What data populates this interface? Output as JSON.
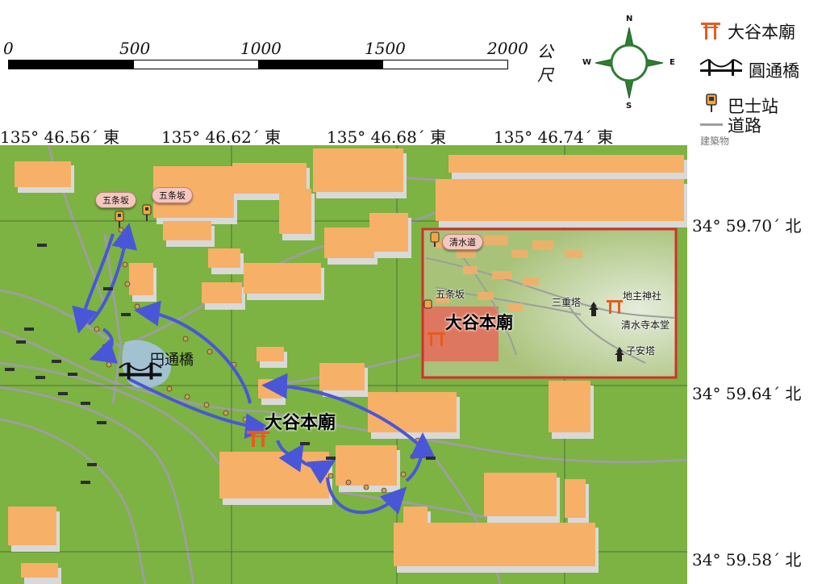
{
  "scale_bar": {
    "labels": [
      "0",
      "500",
      "1000",
      "1500",
      "2000"
    ],
    "unit": "公尺"
  },
  "compass": {
    "north": "N",
    "east": "E",
    "south": "S",
    "west": "W"
  },
  "legend": {
    "temple": "大谷本廟",
    "bridge": "圓通橋",
    "bus_stop": "巴士站",
    "road": "道路",
    "building": "建築物"
  },
  "longitudes": [
    "135° 46.56´ 東",
    "135° 46.62´ 東",
    "135° 46.68´ 東",
    "135° 46.74´ 東"
  ],
  "latitudes": [
    "34° 59.70´ 北",
    "34° 59.64´ 北",
    "34° 59.58´ 北"
  ],
  "map_labels": {
    "gojozaka_1": "五条坂",
    "gojozaka_2": "五条坂",
    "bridge": "円通橋",
    "temple": "大谷本廟"
  },
  "inset_labels": {
    "kiyomizu_michi": "清水道",
    "gojozaka": "五条坂",
    "temple": "大谷本廟",
    "three_story_pagoda": "三重塔",
    "jishu_shrine": "地主神社",
    "kiyomizu_main_hall": "清水寺本堂",
    "koyasu_pagoda": "子安塔"
  },
  "colors": {
    "land": "#7cb342",
    "building_top": "#f7b067",
    "building_side": "#d9d9d9",
    "road": "#9e9e9e",
    "route_arrow": "#4a56d8",
    "inset_border": "#d32f2f",
    "temple_gate": "#e65c1e"
  },
  "icons": {
    "temple": "torii-gate-icon",
    "bridge": "suspension-bridge-icon",
    "bus_stop": "bus-stop-icon",
    "compass": "compass-rose-icon"
  }
}
